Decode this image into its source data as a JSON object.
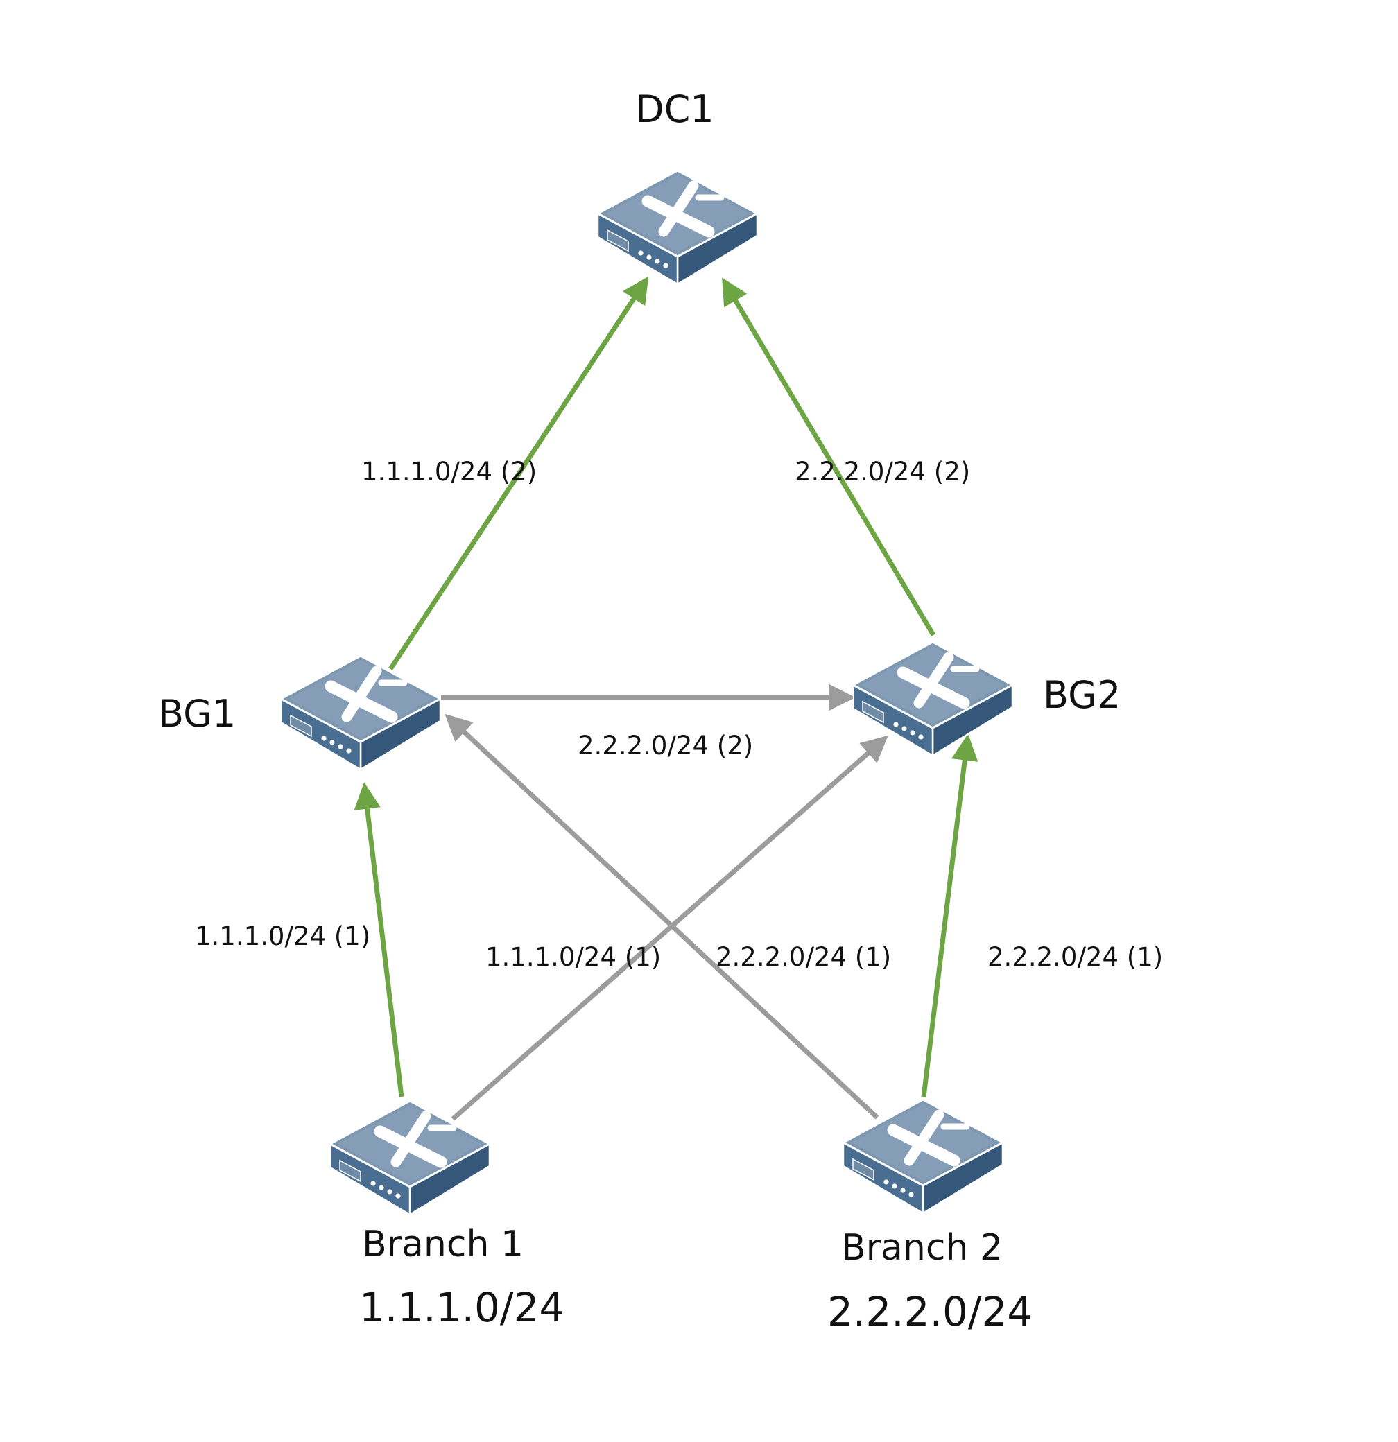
{
  "colors": {
    "preferred_edge": "#6ea544",
    "alternate_edge": "#9c9c9c",
    "router_top": "#7d97b0",
    "router_side": "#3b5f80",
    "router_mark": "#ffffff"
  },
  "icon": "router-icon",
  "nodes": {
    "dc1": {
      "label": "DC1"
    },
    "bg1": {
      "label": "BG1"
    },
    "bg2": {
      "label": "BG2"
    },
    "branch1": {
      "label": "Branch 1",
      "subnet": "1.1.1.0/24"
    },
    "branch2": {
      "label": "Branch 2",
      "subnet": "2.2.2.0/24"
    }
  },
  "edges": {
    "bg1_dc1": {
      "label": "1.1.1.0/24 (2)",
      "kind": "preferred"
    },
    "bg2_dc1": {
      "label": "2.2.2.0/24 (2)",
      "kind": "preferred"
    },
    "bg1_bg2": {
      "label": "2.2.2.0/24 (2)",
      "kind": "alternate"
    },
    "branch1_bg1": {
      "label": "1.1.1.0/24 (1)",
      "kind": "preferred"
    },
    "branch1_bg2": {
      "label": "1.1.1.0/24 (1)",
      "kind": "alternate"
    },
    "branch2_bg1": {
      "label": "2.2.2.0/24 (1)",
      "kind": "alternate"
    },
    "branch2_bg2": {
      "label": "2.2.2.0/24 (1)",
      "kind": "preferred"
    }
  }
}
